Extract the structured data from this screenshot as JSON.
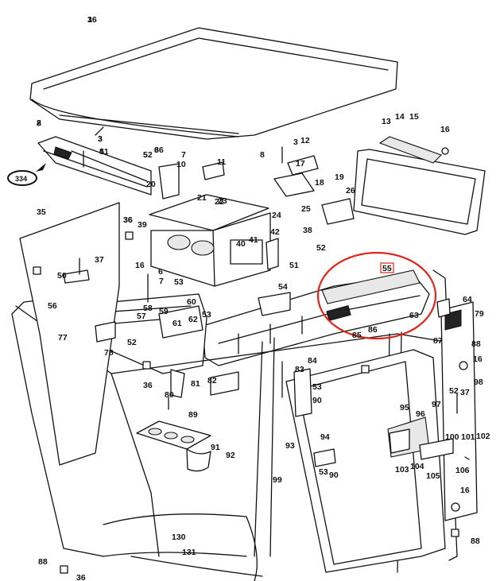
{
  "diagram": {
    "highlight": {
      "label": "55",
      "color": "#e0241b"
    },
    "ref_badge": "334",
    "callouts": [
      "1",
      "2",
      "3",
      "4",
      "5",
      "6",
      "7",
      "8",
      "3",
      "10",
      "11",
      "12",
      "13",
      "14",
      "15",
      "16",
      "17",
      "18",
      "19",
      "20",
      "21",
      "22",
      "23",
      "24",
      "25",
      "26",
      "35",
      "36",
      "37",
      "38",
      "39",
      "40",
      "41",
      "42",
      "51",
      "50",
      "52",
      "54",
      "16",
      "6",
      "7",
      "53",
      "58",
      "59",
      "60",
      "57",
      "62",
      "61",
      "53",
      "56",
      "77",
      "78",
      "52",
      "36",
      "63",
      "64",
      "79",
      "85",
      "86",
      "87",
      "88",
      "16",
      "37",
      "98",
      "52",
      "97",
      "96",
      "95",
      "100",
      "101",
      "102",
      "80",
      "81",
      "82",
      "83",
      "84",
      "53",
      "90",
      "89",
      "91",
      "92",
      "93",
      "94",
      "53",
      "90",
      "99",
      "103",
      "104",
      "105",
      "106",
      "16",
      "130",
      "131",
      "88",
      "36",
      "88",
      "36",
      "36",
      "8",
      "3",
      "51",
      "52",
      "36"
    ]
  }
}
